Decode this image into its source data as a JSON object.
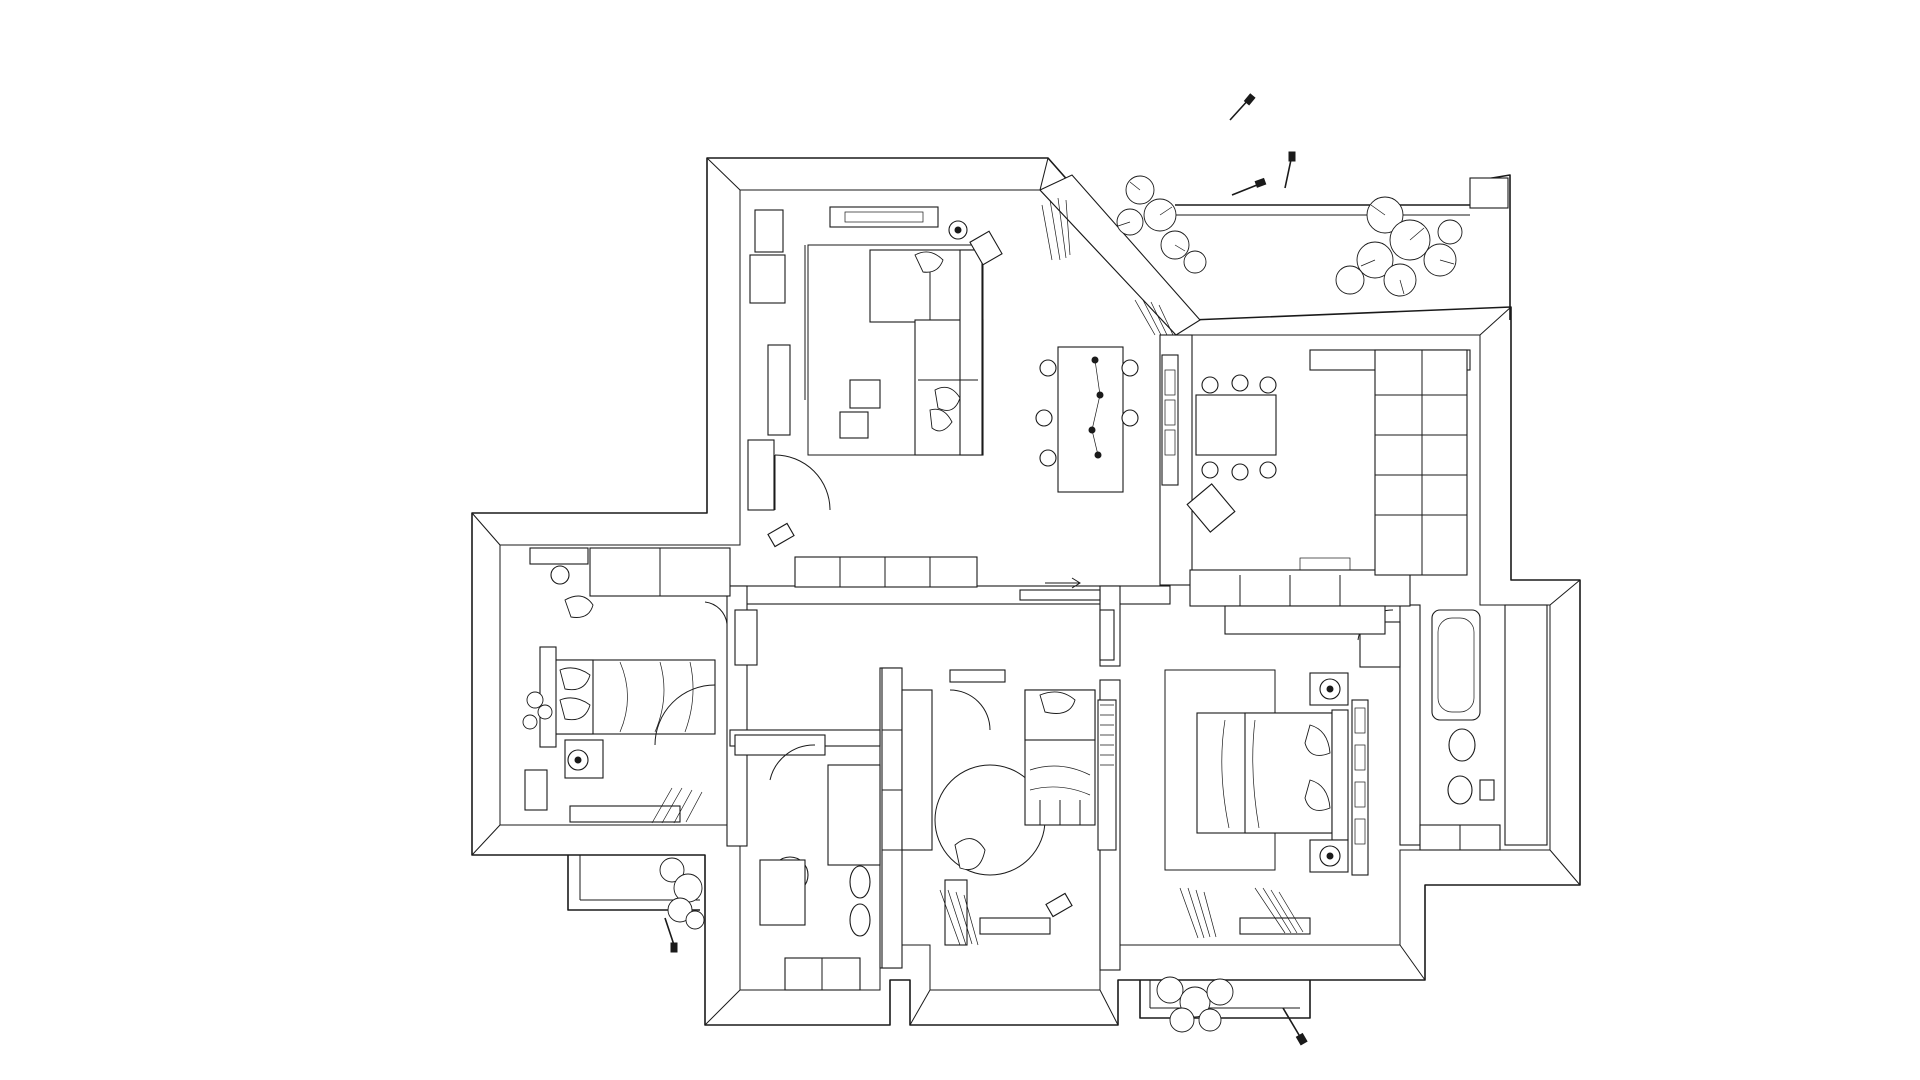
{
  "image": {
    "kind": "isometric-floor-plan-line-drawing",
    "background": "#ffffff",
    "line_color": "#1a1a1a",
    "rooms": [
      "living-room",
      "kitchen-dining",
      "bedroom-west",
      "bedroom-child",
      "bedroom-master",
      "bathroom-main",
      "bathroom-small",
      "entrance-hall",
      "balcony-north"
    ],
    "furniture": [
      "sofa",
      "ottomans",
      "tv-unit",
      "dining-table",
      "dining-chairs",
      "kitchen-counter",
      "double-bed-west",
      "single-bed",
      "double-bed-master",
      "desk",
      "bookshelf",
      "wardrobe",
      "bathtub",
      "toilet",
      "washbasin",
      "round-rug",
      "potted-plants",
      "floor-lamps"
    ],
    "printed_text": []
  }
}
